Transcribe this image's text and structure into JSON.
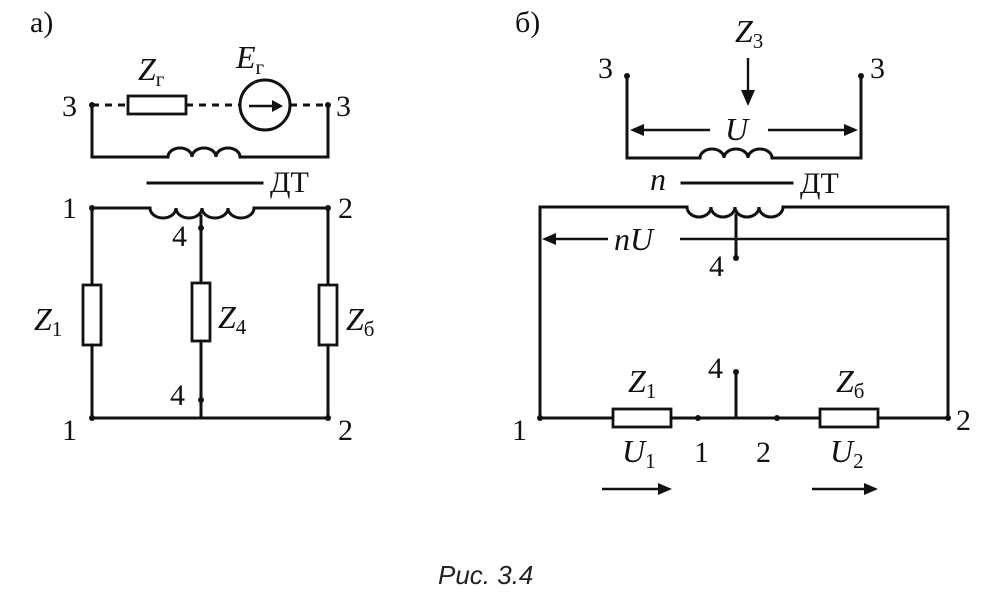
{
  "panel_a": {
    "label": "а)",
    "resistor_zg": {
      "symbol": "Z",
      "sub": "г"
    },
    "source_eg": {
      "symbol": "E",
      "sub": "г"
    },
    "transformer": "ДТ",
    "z1": {
      "symbol": "Z",
      "sub": "1"
    },
    "z4": {
      "symbol": "Z",
      "sub": "4"
    },
    "z6": {
      "symbol": "Z",
      "sub": "б"
    },
    "nodes": {
      "n3": "3",
      "n1": "1",
      "n2": "2",
      "n4": "4"
    }
  },
  "panel_b": {
    "label": "б)",
    "z3": {
      "symbol": "Z",
      "sub": "3"
    },
    "voltage_u": "U",
    "winding_n": "n",
    "transformer": "ДТ",
    "voltage_nu": "nU",
    "z1": {
      "symbol": "Z",
      "sub": "1"
    },
    "z6": {
      "symbol": "Z",
      "sub": "б"
    },
    "u1": {
      "symbol": "U",
      "sub": "1"
    },
    "u2": {
      "symbol": "U",
      "sub": "2"
    },
    "nodes": {
      "n3": "3",
      "n1": "1",
      "n2": "2",
      "n4": "4"
    }
  },
  "caption": "Рис. 3.4"
}
